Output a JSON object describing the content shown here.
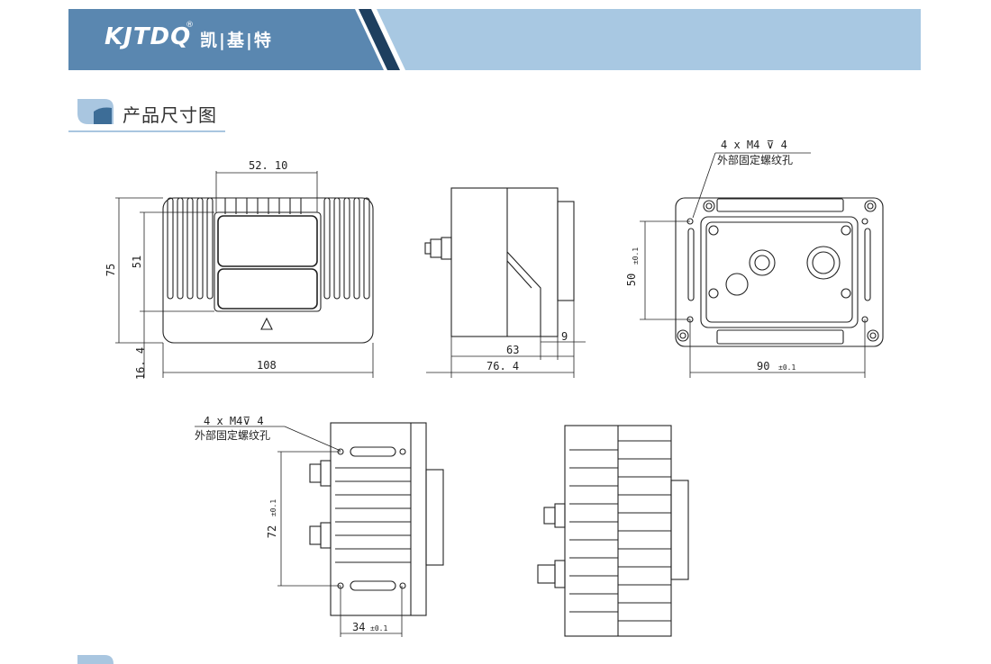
{
  "header": {
    "logo_latin": "KJTDQ",
    "logo_reg": "®",
    "logo_cn": "凯|基|特"
  },
  "section": {
    "title": "产品尺寸图"
  },
  "front_view": {
    "dim_top": "52. 10",
    "dim_height_total": "75",
    "dim_window": "51",
    "dim_offset": "16. 4",
    "dim_width": "108"
  },
  "side_view": {
    "dim_body": "63",
    "dim_flange": "9",
    "dim_total": "76. 4"
  },
  "back_view": {
    "thread_note": "4  x   M4  ⊽ 4",
    "thread_desc": "外部固定螺纹孔",
    "dim_vertical": "50",
    "dim_vertical_tol": "±0.1",
    "dim_horizontal": "90",
    "dim_horizontal_tol": "±0.1"
  },
  "bottom_view": {
    "thread_note": "4  x   M4⊽ 4",
    "thread_desc": "外部固定螺纹孔",
    "dim_vertical": "72",
    "dim_vertical_tol": "±0.1",
    "dim_horizontal": "34",
    "dim_horizontal_tol": "±0.1"
  },
  "colors": {
    "banner_dark": "#5a87b0",
    "banner_light": "#a8c8e2",
    "stripe_dark": "#1e3f5f",
    "line": "#222222"
  }
}
